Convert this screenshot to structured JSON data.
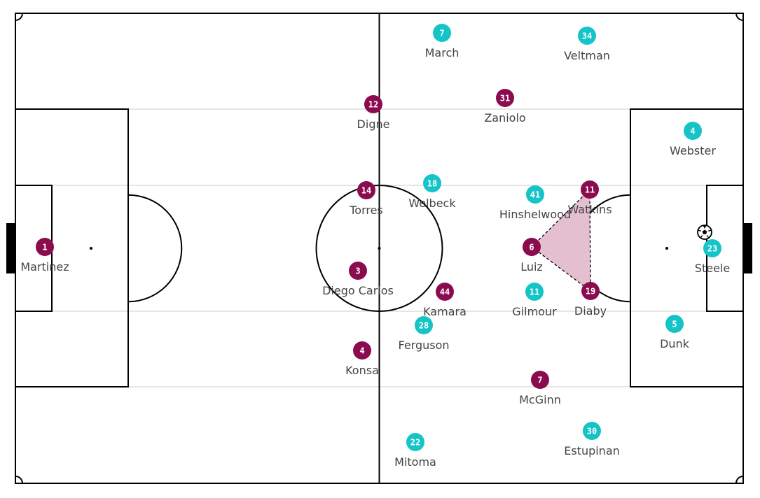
{
  "colors": {
    "home": "#8b0b4f",
    "away": "#15c4c7",
    "pitch_line": "#000000",
    "penalty_band": "#e6e6e6",
    "highlight_fill": "#e3bfd0",
    "name_text": "#444444",
    "number_text": "#ffffff"
  },
  "ball": {
    "icon": "soccer-ball-icon"
  },
  "players": [
    {
      "id": "aston-villa-1",
      "team": "home",
      "number": "1",
      "name": "Martinez"
    },
    {
      "id": "aston-villa-12",
      "team": "home",
      "number": "12",
      "name": "Digne"
    },
    {
      "id": "aston-villa-14",
      "team": "home",
      "number": "14",
      "name": "Torres"
    },
    {
      "id": "aston-villa-3",
      "team": "home",
      "number": "3",
      "name": "Diego Carlos"
    },
    {
      "id": "aston-villa-4",
      "team": "home",
      "number": "4",
      "name": "Konsa"
    },
    {
      "id": "aston-villa-44",
      "team": "home",
      "number": "44",
      "name": "Kamara"
    },
    {
      "id": "aston-villa-31",
      "team": "home",
      "number": "31",
      "name": "Zaniolo"
    },
    {
      "id": "aston-villa-11",
      "team": "home",
      "number": "11",
      "name": "Watkins"
    },
    {
      "id": "aston-villa-6",
      "team": "home",
      "number": "6",
      "name": "Luiz"
    },
    {
      "id": "aston-villa-19",
      "team": "home",
      "number": "19",
      "name": "Diaby"
    },
    {
      "id": "aston-villa-7",
      "team": "home",
      "number": "7",
      "name": "McGinn"
    },
    {
      "id": "brighton-7",
      "team": "away",
      "number": "7",
      "name": "March"
    },
    {
      "id": "brighton-34",
      "team": "away",
      "number": "34",
      "name": "Veltman"
    },
    {
      "id": "brighton-4",
      "team": "away",
      "number": "4",
      "name": "Webster"
    },
    {
      "id": "brighton-18",
      "team": "away",
      "number": "18",
      "name": "Welbeck"
    },
    {
      "id": "brighton-41",
      "team": "away",
      "number": "41",
      "name": "Hinshelwood"
    },
    {
      "id": "brighton-23",
      "team": "away",
      "number": "23",
      "name": "Steele"
    },
    {
      "id": "brighton-11",
      "team": "away",
      "number": "11",
      "name": "Gilmour"
    },
    {
      "id": "brighton-28",
      "team": "away",
      "number": "28",
      "name": "Ferguson"
    },
    {
      "id": "brighton-5",
      "team": "away",
      "number": "5",
      "name": "Dunk"
    },
    {
      "id": "brighton-22",
      "team": "away",
      "number": "22",
      "name": "Mitoma"
    },
    {
      "id": "brighton-30",
      "team": "away",
      "number": "30",
      "name": "Estupinan"
    }
  ]
}
